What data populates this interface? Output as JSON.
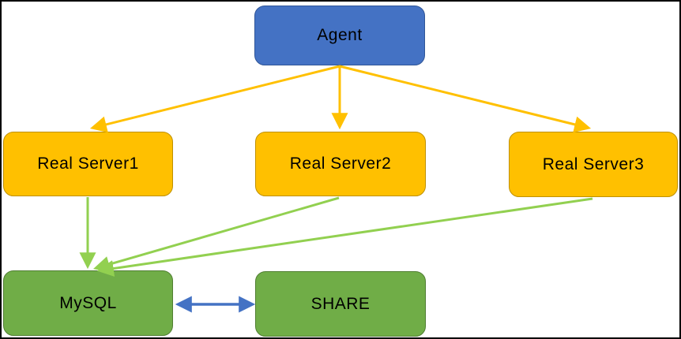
{
  "diagram": {
    "title": "Agent / Real Server / MySQL-SHARE topology diagram",
    "nodes": {
      "agent": {
        "label": "Agent",
        "fill": "#4472c4"
      },
      "rs1": {
        "label": "Real Server1",
        "fill": "#ffc000"
      },
      "rs2": {
        "label": "Real Server2",
        "fill": "#ffc000"
      },
      "rs3": {
        "label": "Real Server3",
        "fill": "#ffc000"
      },
      "mysql": {
        "label": "MySQL",
        "fill": "#70ad47"
      },
      "share": {
        "label": "SHARE",
        "fill": "#70ad47"
      }
    },
    "edges": [
      {
        "from": "agent",
        "to": "real-server1",
        "color": "#ffc000",
        "bidirectional": false
      },
      {
        "from": "agent",
        "to": "real-server2",
        "color": "#ffc000",
        "bidirectional": false
      },
      {
        "from": "agent",
        "to": "real-server3",
        "color": "#ffc000",
        "bidirectional": false
      },
      {
        "from": "real-server1",
        "to": "mysql",
        "color": "#92d050",
        "bidirectional": false
      },
      {
        "from": "real-server2",
        "to": "mysql",
        "color": "#92d050",
        "bidirectional": false
      },
      {
        "from": "real-server3",
        "to": "mysql",
        "color": "#92d050",
        "bidirectional": false
      },
      {
        "from": "mysql",
        "to": "share",
        "color": "#4472c4",
        "bidirectional": true
      }
    ],
    "colors": {
      "node_blue": "#4472c4",
      "node_blue_border": "#2f5597",
      "node_yellow": "#ffc000",
      "node_yellow_border": "#bf9000",
      "node_green": "#70ad47",
      "node_green_border": "#507e32",
      "arrow_orange": "#ffc000",
      "arrow_green": "#92d050",
      "arrow_blue": "#4472c4",
      "text": "#000000",
      "background": "#ffffff",
      "frame": "#000000"
    }
  }
}
